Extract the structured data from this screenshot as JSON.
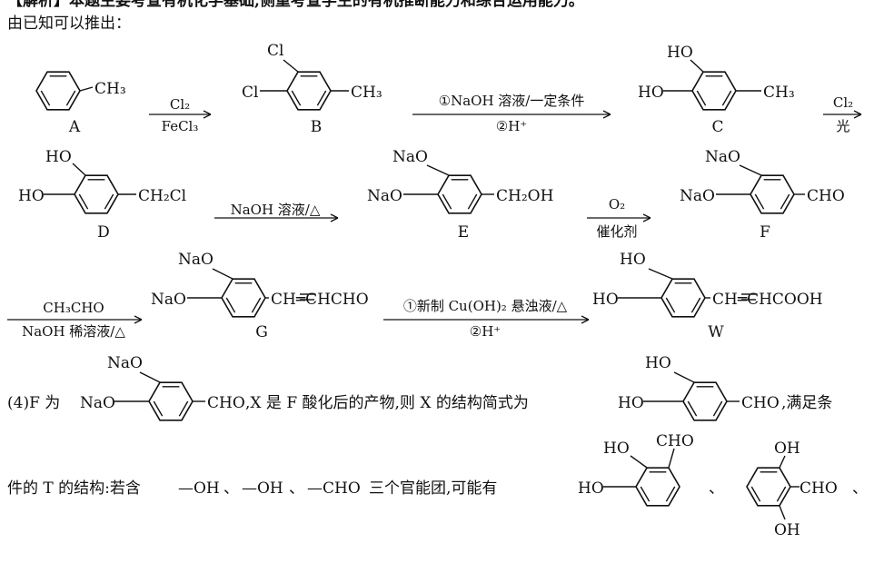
{
  "header_line": "【解析】本题主要考查有机化学基础,侧重考查学生的有机推断能力和综合运用能力。",
  "intro": "由已知可以推出：",
  "compounds": {
    "A": {
      "label": "A",
      "sub_right": "CH₃"
    },
    "B": {
      "label": "B",
      "sub_top": "Cl",
      "sub_left": "Cl",
      "sub_right": "CH₃"
    },
    "C": {
      "label": "C",
      "sub_top": "HO",
      "sub_left": "HO",
      "sub_right": "CH₃"
    },
    "D": {
      "label": "D",
      "sub_top": "HO",
      "sub_left": "HO",
      "sub_right": "CH₂Cl"
    },
    "E": {
      "label": "E",
      "sub_top": "NaO",
      "sub_left": "NaO",
      "sub_right": "CH₂OH"
    },
    "F": {
      "label": "F",
      "sub_top": "NaO",
      "sub_left": "NaO",
      "sub_right": "CHO"
    },
    "G": {
      "label": "G",
      "sub_top": "NaO",
      "sub_left": "NaO",
      "sub_right": "CH═CHCHO"
    },
    "W": {
      "label": "W",
      "sub_top": "HO",
      "sub_left": "HO",
      "sub_right": "CH═CHCOOH"
    }
  },
  "arrows": {
    "a1": {
      "top": "Cl₂",
      "bottom": "FeCl₃"
    },
    "a2": {
      "top": "①NaOH 溶液/一定条件",
      "bottom": "②H⁺"
    },
    "a3": {
      "top": "Cl₂",
      "bottom": "光"
    },
    "a4": {
      "top": "NaOH 溶液/△",
      "bottom": ""
    },
    "a5": {
      "top": "O₂",
      "bottom": "催化剂"
    },
    "a6": {
      "top": "CH₃CHO",
      "bottom": "NaOH 稀溶液/△"
    },
    "a7": {
      "top": "①新制 Cu(OH)₂ 悬浊液/△",
      "bottom": "②H⁺"
    }
  },
  "part4": {
    "prefix": "(4)F 为",
    "f_sub_top": "NaO",
    "f_sub_left": "NaO",
    "f_sub_right": "CHO",
    "middle": ",X 是 F 酸化后的产物,则 X 的结构简式为",
    "x_sub_top": "HO",
    "x_sub_left": "HO",
    "x_sub_right": "CHO",
    "suffix": ",满足条"
  },
  "part4_line2": {
    "text1": "件的 T 的结构:若含",
    "g1": "—OH",
    "sep1": "、",
    "g2": "—OH",
    "sep2": "、",
    "g3": "—CHO",
    "text2": "三个官能团,可能有",
    "t1_top_left": "HO",
    "t1_top_right": "CHO",
    "t1_left": "HO",
    "sep3": "、",
    "t2_top": "OH",
    "t2_right": "CHO",
    "t2_bottom": "OH",
    "sep4": "、"
  }
}
